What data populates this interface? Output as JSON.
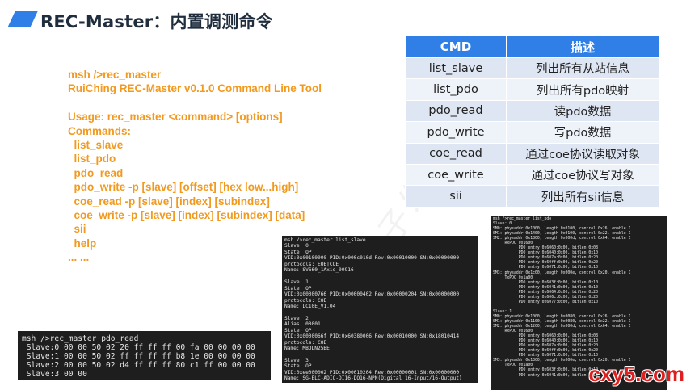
{
  "slide": {
    "title": "REC-Master：内置调测命令"
  },
  "cli_help": {
    "lines": [
      "msh />rec_master",
      "RuiChing REC-Master v0.1.0 Command Line Tool",
      "",
      "Usage: rec_master <command> [options]",
      "Commands:",
      "  list_slave",
      "  list_pdo",
      "  pdo_read",
      "  pdo_write -p [slave] [offset] [hex low...high]",
      "  coe_read -p [slave] [index] [subindex]",
      "  coe_write -p [slave] [index] [subindex] [data]",
      "  sii",
      "  help",
      "... ..."
    ]
  },
  "cmd_table": {
    "headers": [
      "CMD",
      "描述"
    ],
    "rows": [
      [
        "list_slave",
        "列出所有从站信息"
      ],
      [
        "list_pdo",
        "列出所有pdo映射"
      ],
      [
        "pdo_read",
        "读pdo数据"
      ],
      [
        "pdo_write",
        "写pdo数据"
      ],
      [
        "coe_read",
        "通过coe协议读取对象"
      ],
      [
        "coe_write",
        "通过coe协议写对象"
      ],
      [
        "sii",
        "列出所有sii信息"
      ]
    ]
  },
  "term_pdo_read": {
    "lines": [
      "msh />rec_master pdo_read",
      " Slave:0 00 00 50 02 20 ff ff ff 00 fa 00 00 00 00",
      " Slave:1 00 00 50 02 ff ff ff ff b8 1e 00 00 00 00",
      " Slave:2 00 00 50 02 d4 ff ff ff 80 c1 ff 00 00 00",
      " Slave:3 00 00"
    ]
  },
  "term_list_slave": {
    "lines": [
      "msh />rec_master list_slave",
      "Slave: 0",
      "State: OP",
      "VID:0x00100000 PID:0x000c010d Rev:0x00010000 SN:0x00000000",
      "protocols: EOE|COE",
      "Name: SV660_1Axis_00916",
      "",
      "Slave: 1",
      "State: OP",
      "VID:0x00000766 PID:0x00000402 Rev:0x00000204 SN:0x00000000",
      "protocols: COE",
      "Name: LC10E_V1.04",
      "",
      "Slave: 2",
      "Alias: 00001",
      "State: OP",
      "VID:0x0000066f PID:0x60380006 Rev:0x00010000 SN:0x18010414",
      "protocols: COE",
      "Name: MBDLN25BE",
      "",
      "Slave: 3",
      "State: OP",
      "VID:0xee000002 PID:0x00010204 Rev:0x00000001 SN:0x00000000",
      "Name: SG-ELC-ADIO-DI16-DO16-NPN(Digital 16-Input/16-Output)"
    ]
  },
  "term_list_pdo": {
    "lines": [
      "msh />rec_master list_pdo",
      "Slave: 0",
      "SM0: physaddr 0x1000, length 0x0100, control 0x26, enable 1",
      "SM1: physaddr 0x1400, length 0x0100, control 0x22, enable 1",
      "SM2: physaddr 0x1800, length 0x000d, control 0x64, enable 1",
      "     RxPDO 0x1600",
      "           PDO entry 0x6060:0x00, bitlen 0x08",
      "           PDO entry 0x6040:0x00, bitlen 0x10",
      "           PDO entry 0x607a:0x00, bitlen 0x20",
      "           PDO entry 0x60ff:0x00, bitlen 0x20",
      "           PDO entry 0x6071:0x00, bitlen 0x10",
      "SM3: physaddr 0x1c00, length 0x000e, control 0x20, enable 1",
      "     TxPDO 0x1a00",
      "           PDO entry 0x603f:0x00, bitlen 0x10",
      "           PDO entry 0x6041:0x00, bitlen 0x10",
      "           PDO entry 0x6064:0x00, bitlen 0x20",
      "           PDO entry 0x606c:0x00, bitlen 0x20",
      "           PDO entry 0x6077:0x00, bitlen 0x10",
      "",
      "Slave: 1",
      "SM0: physaddr 0x1000, length 0x0080, control 0x26, enable 1",
      "SM1: physaddr 0x1100, length 0x0080, control 0x22, enable 1",
      "SM2: physaddr 0x1200, length 0x000d, control 0x64, enable 1",
      "     RxPDO 0x1600",
      "           PDO entry 0x6060:0x00, bitlen 0x08",
      "           PDO entry 0x6040:0x00, bitlen 0x10",
      "           PDO entry 0x607a:0x00, bitlen 0x20",
      "           PDO entry 0x60ff:0x00, bitlen 0x20",
      "           PDO entry 0x6071:0x00, bitlen 0x10",
      "SM3: physaddr 0x1300, length 0x000e, control 0x20, enable 1",
      "     TxPDO 0x1a00",
      "           PDO entry 0x603f:0x00, bitlen 0x10",
      "           PDO entry 0x6041:0x00, bitlen 0x10"
    ]
  },
  "watermarks": {
    "diagonal": "电子发烧友平台",
    "corner_logo": "cxy5.com"
  },
  "colors": {
    "accent": "#2f7fe6",
    "cli_text": "#f29a1f",
    "terminal_bg": "#1e1e1e"
  }
}
